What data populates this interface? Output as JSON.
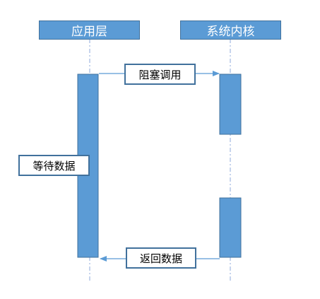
{
  "participants": {
    "app_layer": "应用层",
    "kernel": "系统内核"
  },
  "messages": {
    "blocking_call": "阻塞调用",
    "wait_data": "等待数据",
    "return_data": "返回数据"
  },
  "colors": {
    "header_fill": "#5b9bd5",
    "header_border": "#41719c",
    "activation_fill": "#5b9bd5",
    "activation_border": "#41719c",
    "lifeline": "#8eaadb",
    "arrow": "#5b9bd5",
    "label_border": "#41719c"
  }
}
